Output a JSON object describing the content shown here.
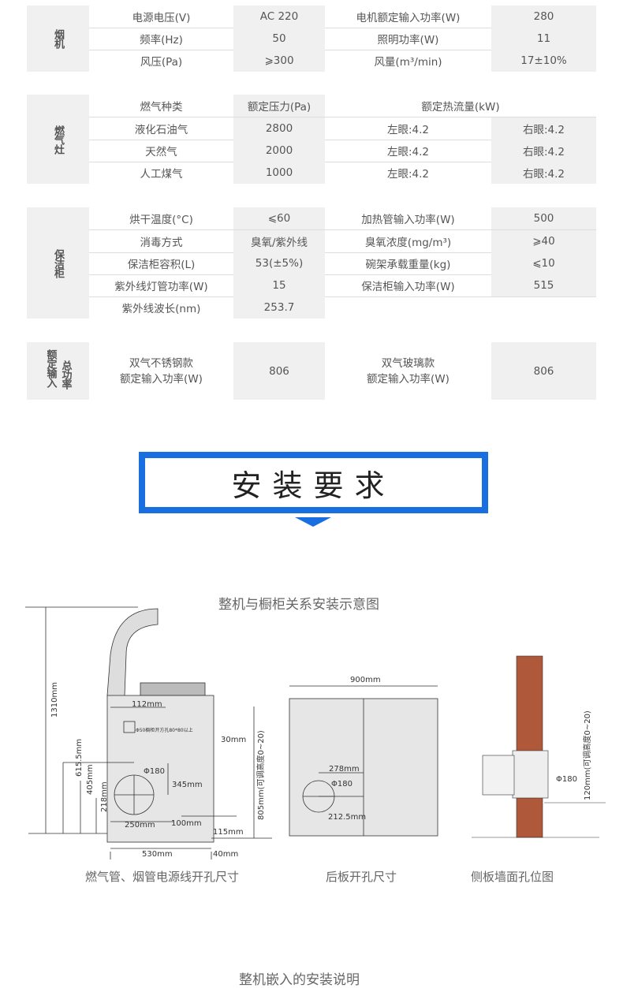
{
  "hood": {
    "label": "烟机",
    "rows": [
      [
        "电源电压(V)",
        "AC 220",
        "电机额定输入功率(W)",
        "280"
      ],
      [
        "频率(Hz)",
        "50",
        "照明功率(W)",
        "11"
      ],
      [
        "风压(Pa)",
        "⩾300",
        "风量(m³/min)",
        "17±10%"
      ]
    ]
  },
  "stove": {
    "label": "燃气灶",
    "header": [
      "燃气种类",
      "额定压力(Pa)",
      "额定热流量(kW)"
    ],
    "rows": [
      [
        "液化石油气",
        "2800",
        "左眼:4.2",
        "右眼:4.2"
      ],
      [
        "天然气",
        "2000",
        "左眼:4.2",
        "右眼:4.2"
      ],
      [
        "人工煤气",
        "1000",
        "左眼:4.2",
        "右眼:4.2"
      ]
    ]
  },
  "cabinet": {
    "label": "保洁柜",
    "rows": [
      [
        "烘干温度(°C)",
        "⩽60",
        "加热管输入功率(W)",
        "500"
      ],
      [
        "消毒方式",
        "臭氧/紫外线",
        "臭氧浓度(mg/m³)",
        "⩾40"
      ],
      [
        "保洁柜容积(L)",
        "53(±5%)",
        "碗架承载重量(kg)",
        "⩽10"
      ],
      [
        "紫外线灯管功率(W)",
        "15",
        "保洁柜输入功率(W)",
        "515"
      ],
      [
        "紫外线波长(nm)",
        "253.7",
        "",
        ""
      ]
    ]
  },
  "total": {
    "label_a": "总功率",
    "label_b": "额定输入",
    "c1_line1": "双气不锈钢款",
    "c1_line2": "额定输入功率(W)",
    "c2": "806",
    "c3_line1": "双气玻璃款",
    "c3_line2": "额定输入功率(W)",
    "c4": "806"
  },
  "install": {
    "heading": "安装要求",
    "diagram_title": "整机与橱柜关系安装示意图",
    "captions": [
      "燃气管、烟管电源线开孔尺寸",
      "后板开孔尺寸",
      "侧板墙面孔位图"
    ],
    "bottom_title": "整机嵌入的安装说明",
    "colors": {
      "accent": "#1a6fe0",
      "brick": "#b0583a"
    }
  },
  "dims": {
    "d1310": "1310mm",
    "d615": "615.5mm",
    "d405": "405mm",
    "d218": "218mm",
    "d112": "112mm",
    "d30": "30mm",
    "phi180a": "Φ180",
    "d345": "345mm",
    "d805": "805mm(可调高度0~20)",
    "d250": "250mm",
    "d100": "100mm",
    "d115": "115mm",
    "d530": "530mm",
    "d40": "40mm",
    "hole_note": "Φ50橱柜开方孔80*80以上",
    "d900": "900mm",
    "d278": "278mm",
    "phi180b": "Φ180",
    "d212": "212.5mm",
    "phi180c": "Φ180",
    "d120": "120mm(可调高度0~20)"
  }
}
